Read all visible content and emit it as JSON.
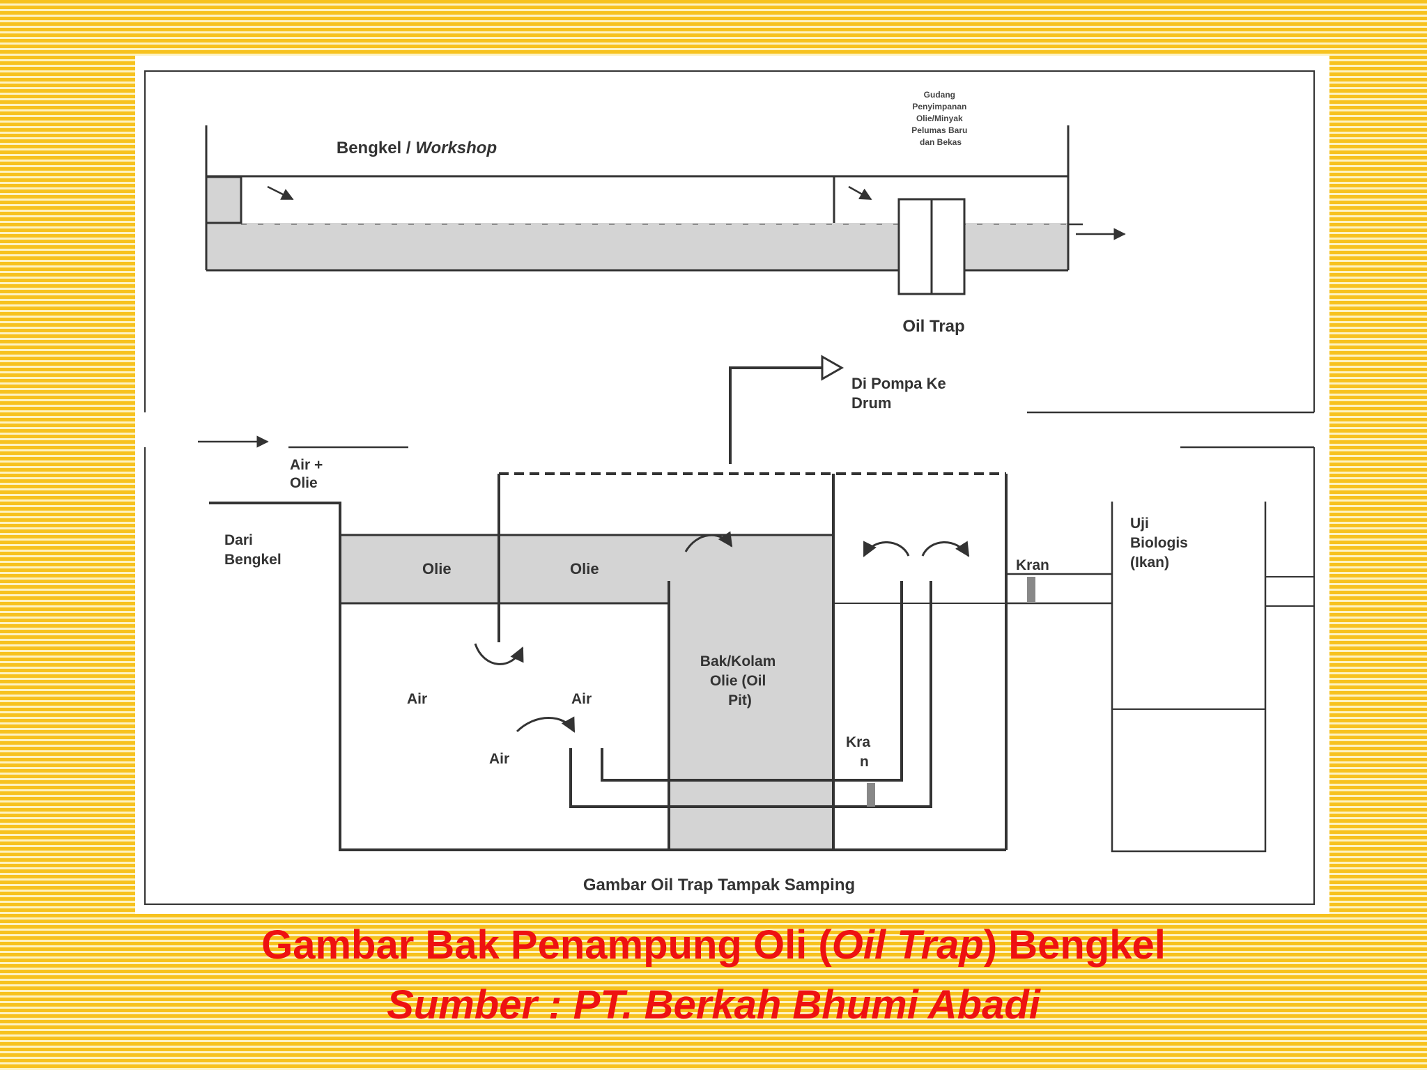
{
  "caption": {
    "line1_prefix": "Gambar Bak Penampung Oli (",
    "line1_italic": "Oil Trap",
    "line1_suffix": ") Bengkel",
    "line2": "Sumber : PT. Berkah Bhumi Abadi"
  },
  "top_view": {
    "workshop_label_prefix": "Bengkel / ",
    "workshop_label_italic": "Workshop",
    "storage_label": [
      "Gudang",
      "Penyimpanan",
      "Olie/Minyak",
      "Pelumas Baru",
      "dan Bekas"
    ],
    "oil_trap_label": "Oil Trap"
  },
  "side_view": {
    "pump_label": [
      "Di Pompa Ke",
      "Drum"
    ],
    "inflow_label": [
      "Air +",
      "Olie"
    ],
    "from_workshop": [
      "Dari",
      "Bengkel"
    ],
    "olie_1": "Olie",
    "olie_2": "Olie",
    "air_1": "Air",
    "air_2": "Air",
    "air_3": "Air",
    "pit_label": [
      "Bak/Kolam",
      "Olie (Oil",
      "Pit)"
    ],
    "kran_top": "Kran",
    "kran_bottom": [
      "Kra",
      "n"
    ],
    "bio_test": [
      "Uji",
      "Biologis",
      "(Ikan)"
    ],
    "figure_caption": "Gambar Oil Trap Tampak Samping"
  },
  "colors": {
    "background_stripe": "#f7c21e",
    "caption": "#ee1111",
    "fill_gray": "#d4d4d4",
    "line": "#333333"
  }
}
